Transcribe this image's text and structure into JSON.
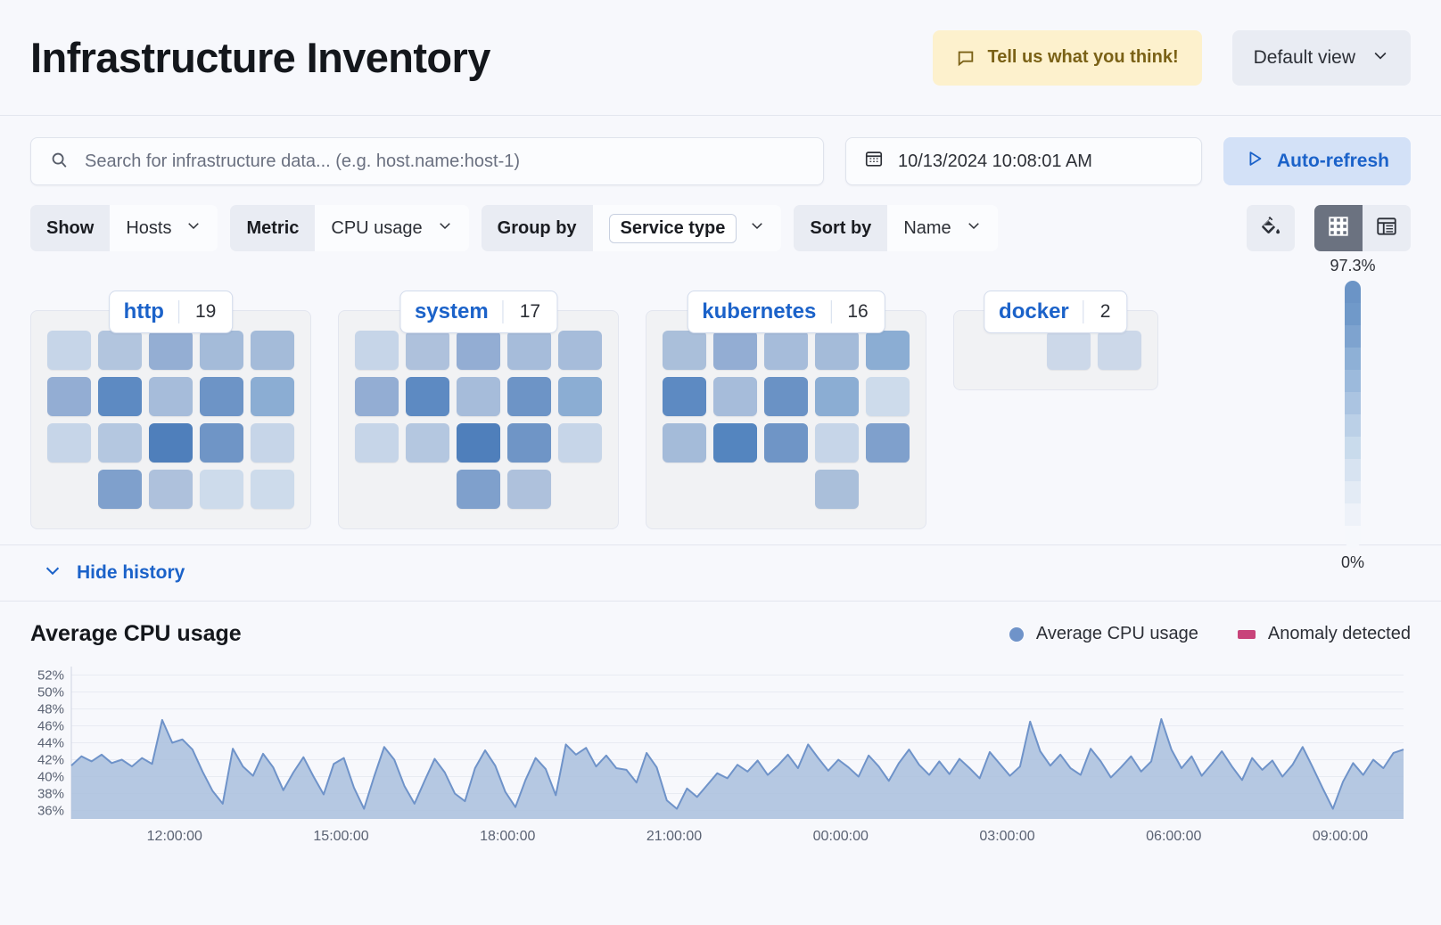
{
  "header": {
    "title": "Infrastructure Inventory",
    "feedback_label": "Tell us what you think!",
    "feedback_icon": "comment-icon",
    "view_label": "Default view",
    "view_chevron": "chevron-down-icon"
  },
  "search": {
    "placeholder": "Search for infrastructure data... (e.g. host.name:host-1)",
    "value": "",
    "icon": "search-icon"
  },
  "datepicker": {
    "value": "10/13/2024 10:08:01 AM",
    "icon": "calendar-icon"
  },
  "autorefresh": {
    "label": "Auto-refresh",
    "icon": "play-icon"
  },
  "filters": [
    {
      "label": "Show",
      "value": "Hosts",
      "chip": false
    },
    {
      "label": "Metric",
      "value": "CPU usage",
      "chip": false
    },
    {
      "label": "Group by",
      "value": "Service type",
      "chip": true
    },
    {
      "label": "Sort by",
      "value": "Name",
      "chip": false
    }
  ],
  "toolbar_right": {
    "palette_icon": "paint-bucket-icon",
    "grid_view_icon": "grid-view-icon",
    "table_view_icon": "table-view-icon",
    "active_view": "grid"
  },
  "legend_scale": {
    "max": "97.3%",
    "min": "0%",
    "steps": [
      "#6b94c6",
      "#7099c9",
      "#7ea3cf",
      "#8eb0d6",
      "#9cbadc",
      "#abc4e1",
      "#bbd0e7",
      "#c9dbec",
      "#d7e3f1",
      "#e3ebf5",
      "#eef2f9",
      "#f6f8fc"
    ]
  },
  "groups": [
    {
      "name": "http",
      "count": "19",
      "rows": [
        [
          "#c6d5e8",
          "#b2c5de",
          "#94aed3",
          "#a4bbd9",
          "#a4bbd9"
        ],
        [
          "#93add3",
          "#5d8ac2",
          "#a6bcda",
          "#6d94c6",
          "#8badd3"
        ],
        [
          "#c6d5e8",
          "#b4c7e0",
          "#4f7fbb",
          "#6f95c6",
          "#c6d5e8"
        ],
        [
          "#7fa0cc",
          "#aec1dc",
          "#cddbeb",
          "#cddbeb"
        ]
      ],
      "row_offsets": [
        0,
        0,
        0,
        1
      ]
    },
    {
      "name": "system",
      "count": "17",
      "rows": [
        [
          "#c6d5e8",
          "#aec1dc",
          "#93add3",
          "#a6bcda",
          "#a6bcda"
        ],
        [
          "#93add3",
          "#5d8ac2",
          "#a6bcda",
          "#6d94c6",
          "#8badd3"
        ],
        [
          "#c6d5e8",
          "#b4c7e0",
          "#4f7fbb",
          "#6f95c6",
          "#c6d5e8"
        ],
        [
          "#7fa0cc",
          "#aec1dc"
        ]
      ],
      "row_offsets": [
        0,
        0,
        0,
        2
      ]
    },
    {
      "name": "kubernetes",
      "count": "16",
      "rows": [
        [
          "#aabfda",
          "#93add3",
          "#a6bcda",
          "#a4bbd9",
          "#8badd3"
        ],
        [
          "#5d8ac2",
          "#a6bcda",
          "#6a92c5",
          "#8badd3",
          "#cddbeb"
        ],
        [
          "#a4bbd9",
          "#5485bf",
          "#6f95c6",
          "#c6d5e8",
          "#7fa0cc"
        ],
        [
          "#aabfda"
        ]
      ],
      "row_offsets": [
        0,
        0,
        0,
        3
      ]
    },
    {
      "name": "docker",
      "count": "2",
      "rows": [
        [
          "#ccd8e9",
          "#ccd8e9"
        ]
      ],
      "row_offsets": [
        1.5
      ]
    }
  ],
  "history_toggle": {
    "label": "Hide history",
    "icon": "chevron-down-icon"
  },
  "chart_data": {
    "type": "area",
    "title": "Average CPU usage",
    "xlabel": "",
    "ylabel": "",
    "ylim": [
      35,
      53
    ],
    "yticks": [
      "36%",
      "38%",
      "40%",
      "42%",
      "44%",
      "46%",
      "48%",
      "50%",
      "52%"
    ],
    "ytick_values": [
      36,
      38,
      40,
      42,
      44,
      46,
      48,
      50,
      52
    ],
    "xticks": [
      "12:00:00",
      "15:00:00",
      "18:00:00",
      "21:00:00",
      "00:00:00",
      "03:00:00",
      "06:00:00",
      "09:00:00"
    ],
    "grid": true,
    "legend_position": "top-right",
    "series": [
      {
        "name": "Average CPU usage",
        "color": "#6f93c9",
        "fill": "#a9c0dd",
        "values": [
          41.3,
          42.4,
          41.8,
          42.6,
          41.6,
          42.0,
          41.2,
          42.2,
          41.5,
          46.7,
          44.0,
          44.4,
          43.2,
          40.6,
          38.3,
          36.8,
          43.3,
          41.2,
          40.1,
          42.7,
          41.1,
          38.4,
          40.5,
          42.3,
          40.0,
          37.9,
          41.5,
          42.2,
          38.7,
          36.2,
          40.0,
          43.5,
          42.0,
          38.9,
          36.8,
          39.5,
          42.1,
          40.5,
          38.0,
          37.1,
          41.0,
          43.1,
          41.3,
          38.2,
          36.4,
          39.6,
          42.2,
          40.9,
          37.8,
          43.8,
          42.6,
          43.4,
          41.2,
          42.5,
          41.0,
          40.8,
          39.3,
          42.8,
          41.1,
          37.2,
          36.2,
          38.6,
          37.6,
          39.0,
          40.4,
          39.8,
          41.4,
          40.6,
          41.9,
          40.2,
          41.3,
          42.6,
          41.0,
          43.8,
          42.2,
          40.7,
          42.0,
          41.1,
          40.0,
          42.5,
          41.2,
          39.5,
          41.6,
          43.2,
          41.4,
          40.2,
          41.8,
          40.3,
          42.1,
          41.0,
          39.8,
          42.9,
          41.5,
          40.1,
          41.2,
          46.5,
          43.0,
          41.3,
          42.6,
          41.0,
          40.2,
          43.3,
          41.8,
          39.9,
          41.1,
          42.4,
          40.6,
          41.8,
          46.8,
          43.2,
          41.0,
          42.4,
          40.1,
          41.5,
          43.0,
          41.2,
          39.6,
          42.2,
          40.8,
          41.9,
          40.0,
          41.4,
          43.5,
          41.1,
          38.6,
          36.2,
          39.4,
          41.6,
          40.2,
          42.0,
          41.0,
          42.8,
          43.2
        ]
      }
    ],
    "legend": [
      {
        "label": "Average CPU usage",
        "marker": "dot",
        "color": "#6f93c9"
      },
      {
        "label": "Anomaly detected",
        "marker": "rect",
        "color": "#c8447a"
      }
    ]
  }
}
